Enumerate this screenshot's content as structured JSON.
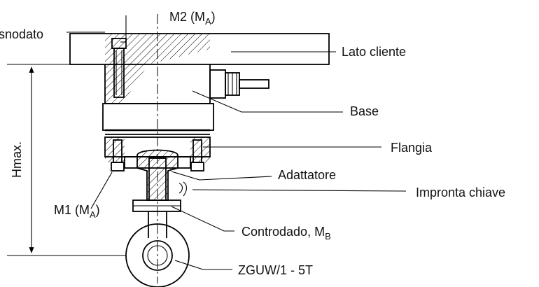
{
  "labels": {
    "swivel_top": "snodato",
    "m2_prefix": "M2 (M",
    "m2_sub": "A",
    "m2_suffix": ")",
    "customer_side": "Lato cliente",
    "base": "Base",
    "flange": "Flangia",
    "adapter": "Adattatore",
    "wrench_print": "Impronta chiave",
    "m1_prefix": "M1 (M",
    "m1_sub": "A",
    "m1_suffix": ")",
    "locknut_prefix": "Controdado, M",
    "locknut_sub": "B",
    "model": "ZGUW/1 - 5T",
    "hmax": "Hmax."
  },
  "colors": {
    "line": "#000000",
    "text": "#111111",
    "background": "#ffffff"
  }
}
